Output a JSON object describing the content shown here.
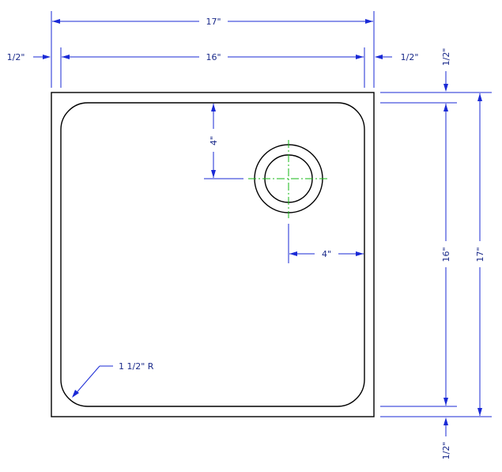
{
  "drawing": {
    "colors": {
      "outline": "#000000",
      "dimension": "#1a2ad6",
      "dimension_text": "#1a2a8a",
      "centerline": "#16b816",
      "background": "#ffffff"
    },
    "dimensions": {
      "overall_width": "17\"",
      "inner_width": "16\"",
      "left_rim": "1/2\"",
      "right_rim": "1/2\"",
      "top_rim": "1/2\"",
      "bottom_rim": "1/2\"",
      "drain_offset_top": "4\"",
      "drain_offset_right": "4\"",
      "inner_height": "16\"",
      "overall_height": "17\"",
      "corner_radius": "1 1/2\" R"
    }
  }
}
